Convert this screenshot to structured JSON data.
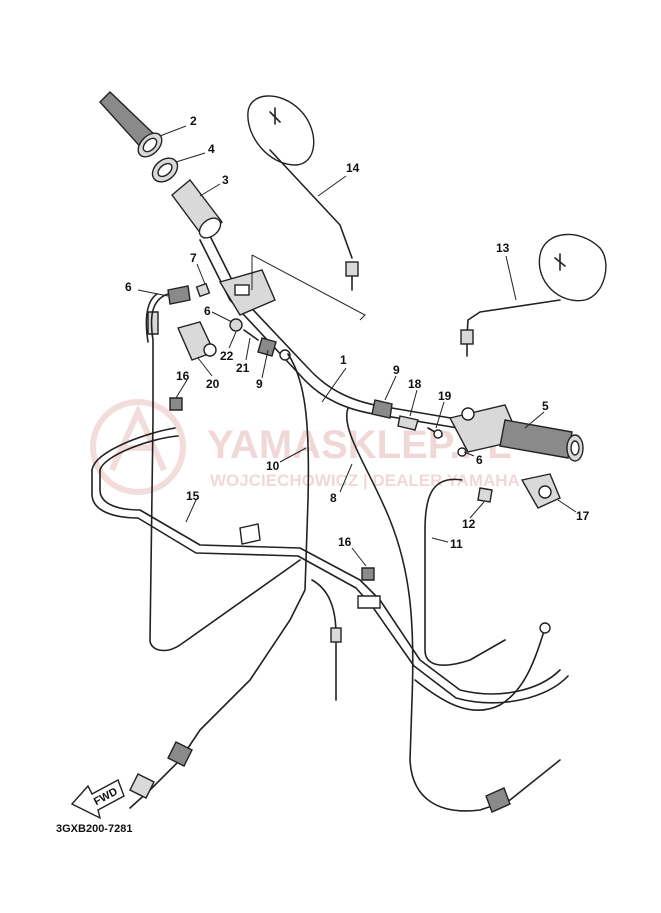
{
  "watermark": {
    "brand": "YAMASKLEP.PL",
    "subtitle": "WOJCIECHOWICZ | DEALER YAMAHA",
    "color": "#e5b9b9"
  },
  "drawing_code": "3GXB200-7281",
  "fwd_label": "FWD",
  "callouts": [
    {
      "id": "c1",
      "text": "1"
    },
    {
      "id": "c2",
      "text": "2"
    },
    {
      "id": "c3",
      "text": "3"
    },
    {
      "id": "c4",
      "text": "4"
    },
    {
      "id": "c5",
      "text": "5"
    },
    {
      "id": "c6a",
      "text": "6"
    },
    {
      "id": "c6b",
      "text": "6"
    },
    {
      "id": "c6c",
      "text": "6"
    },
    {
      "id": "c7",
      "text": "7"
    },
    {
      "id": "c8",
      "text": "8"
    },
    {
      "id": "c9a",
      "text": "9"
    },
    {
      "id": "c9b",
      "text": "9"
    },
    {
      "id": "c10",
      "text": "10"
    },
    {
      "id": "c11",
      "text": "11"
    },
    {
      "id": "c12",
      "text": "12"
    },
    {
      "id": "c13",
      "text": "13"
    },
    {
      "id": "c14",
      "text": "14"
    },
    {
      "id": "c15",
      "text": "15"
    },
    {
      "id": "c16a",
      "text": "16"
    },
    {
      "id": "c16b",
      "text": "16"
    },
    {
      "id": "c17",
      "text": "17"
    },
    {
      "id": "c18",
      "text": "18"
    },
    {
      "id": "c19",
      "text": "19"
    },
    {
      "id": "c20",
      "text": "20"
    },
    {
      "id": "c21",
      "text": "21"
    },
    {
      "id": "c22",
      "text": "22"
    }
  ]
}
